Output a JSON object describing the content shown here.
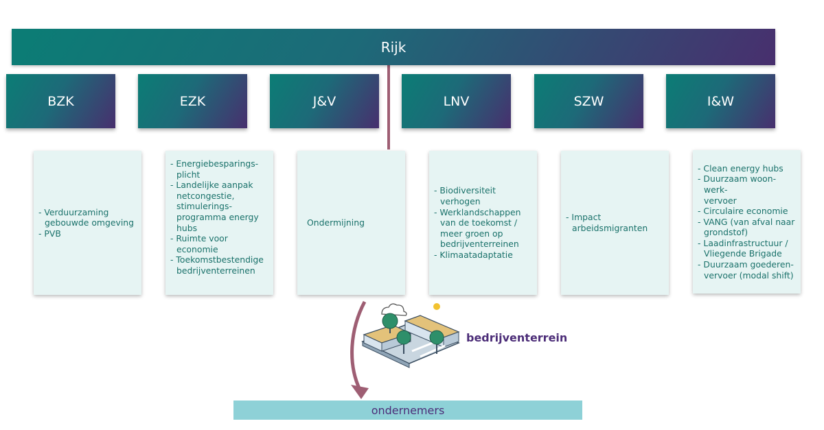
{
  "header": {
    "title": "Rijk"
  },
  "ministries": [
    {
      "label": "BZK",
      "items": [
        "Verduurzaming\ngebouwde omgeving",
        "PVB"
      ]
    },
    {
      "label": "EZK",
      "items": [
        "Energiebesparings-\nplicht",
        "Landelijke aanpak\nnetcongestie,\nstimulerings-\nprogramma energy\nhubs",
        "Ruimte voor economie",
        "Toekomstbestendige\nbedrijventerreinen"
      ]
    },
    {
      "label": "J&V",
      "text": "Ondermijning"
    },
    {
      "label": "LNV",
      "items": [
        "Biodiversiteit verhogen",
        "Werklandschappen\nvan de toekomst /\nmeer groen op\nbedrijventerreinen",
        "Klimaatadaptatie"
      ]
    },
    {
      "label": "SZW",
      "items": [
        "Impact\narbeidsmigranten"
      ]
    },
    {
      "label": "I&W",
      "items": [
        "Clean energy hubs",
        "Duurzaam woon-werk-\nvervoer",
        "Circulaire economie",
        "VANG (van afval naar\ngrondstof)",
        "Laadinfrastructuur /\nVliegende Brigade",
        "Duurzaam goederen-\nvervoer (modal shift)"
      ]
    }
  ],
  "terrain": {
    "label": "bedrijventerrein",
    "icon": "business-park-illustration-icon"
  },
  "footer": {
    "label": "ondernemers"
  },
  "colors": {
    "gradient_start": "#0b7d75",
    "gradient_end": "#482f6e",
    "connector": "#9e5e73",
    "card_bg": "#e6f4f3",
    "card_text": "#19716a",
    "footer_bg": "#8ed1d7",
    "accent_text": "#4c2d78"
  }
}
